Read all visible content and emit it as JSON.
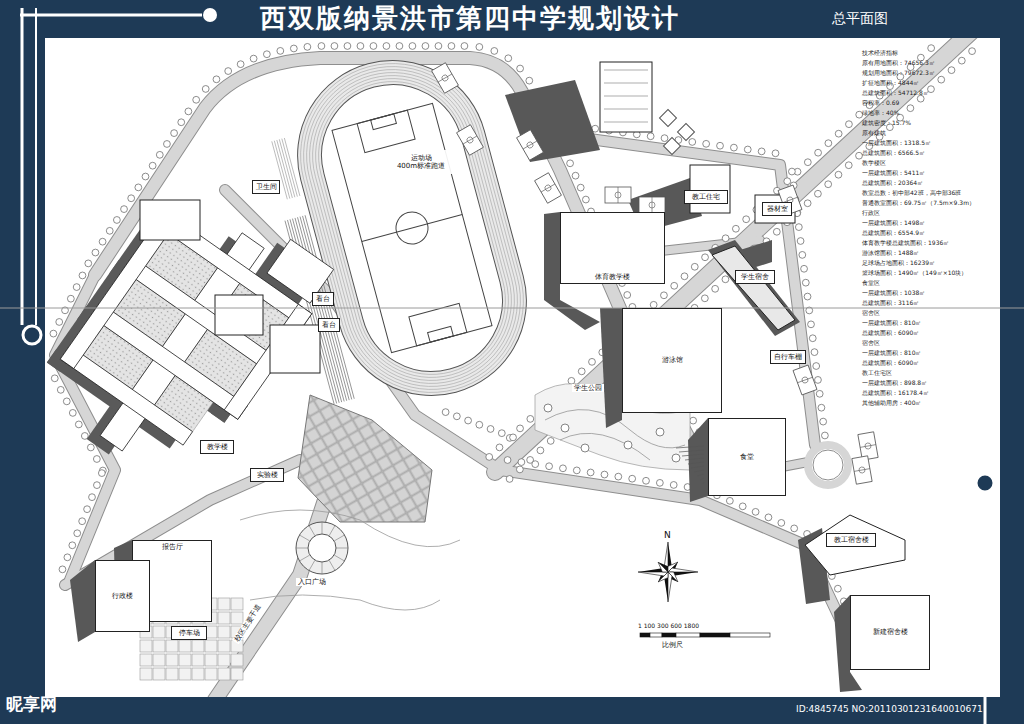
{
  "diagram": {
    "title": "西双版纳景洪市第四中学规划设计",
    "nodes": [
      {
        "text": [
          "运动场",
          "400m标准跑道"
        ]
      },
      {
        "text": [
          "卫生间"
        ]
      },
      {
        "text": [
          "看台"
        ]
      },
      {
        "text": [
          "看台"
        ]
      },
      {
        "text": [
          "体育教学楼"
        ]
      },
      {
        "text": [
          "教工住宅"
        ]
      },
      {
        "text": [
          "器材室"
        ]
      },
      {
        "text": [
          "学生宿舍"
        ]
      },
      {
        "text": [
          "游泳馆"
        ]
      },
      {
        "text": [
          "自行车棚"
        ]
      },
      {
        "text": [
          "食堂"
        ]
      },
      {
        "text": [
          "教工宿舍楼"
        ]
      },
      {
        "text": [
          "新建宿舍楼"
        ]
      },
      {
        "text": [
          "教学楼"
        ]
      },
      {
        "text": [
          "实验楼"
        ]
      },
      {
        "text": [
          "报告厅"
        ]
      },
      {
        "text": [
          "行政楼"
        ]
      },
      {
        "text": [
          "停车场"
        ]
      }
    ],
    "labels": [
      "总平面图",
      "技术经济指标",
      "原有用地面积：74656.3㎡",
      "规划用地面积：79672.3㎡",
      "扩征地面积：4844㎡",
      "总建筑面积：54712.8㎡",
      "容积率：0.69",
      "绿地率：40%",
      "建筑密度：15.7%",
      "原有建筑",
      "一层建筑面积：1318.5㎡",
      "总建筑面积：6566.5㎡",
      "教学楼区",
      "一层建筑面积：5411㎡",
      "总建筑面积：20364㎡",
      "教室总数：初中部42班，高中部36班",
      "普通教室面积：69.75㎡（7.5m×9.3m）",
      "行政区",
      "一层建筑面积：1498㎡",
      "总建筑面积：6554.9㎡",
      "体育教学楼总建筑面积：1936㎡",
      "游泳馆面积：1488㎡",
      "足球场占地面积：16239㎡",
      "篮球场面积：1490㎡（149㎡×10块）",
      "食堂区",
      "一层建筑面积：1038㎡",
      "总建筑面积：3116㎡",
      "宿舍区",
      "一层建筑面积：810㎡",
      "总建筑面积：6090㎡",
      "宿舍区",
      "一层建筑面积：810㎡",
      "总建筑面积：6090㎡",
      "教工住宅区",
      "一层建筑面积：898.8㎡",
      "总建筑面积：16178.4㎡",
      "其他辅助用房：400㎡",
      "学生公园",
      "入口广场",
      "校区主要干道",
      "N",
      "1 100 300 600 1800",
      "比例尺",
      "昵享网",
      "ID:4845745 NO:20110301231640010671"
    ]
  }
}
